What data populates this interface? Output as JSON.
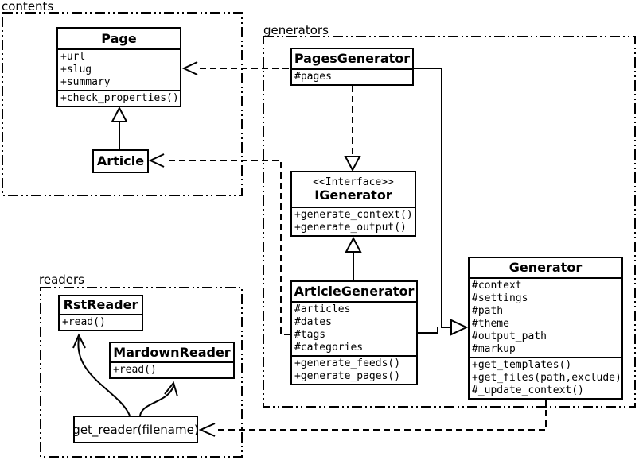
{
  "diagram_title": "Pelican content/generator/reader class diagram",
  "colors": {
    "line": "#000000",
    "background": "#ffffff",
    "box_fill": "#ffffff"
  },
  "packages": {
    "contents": {
      "label": "contents"
    },
    "generators": {
      "label": "generators"
    },
    "readers": {
      "label": "readers"
    }
  },
  "classes": {
    "page": {
      "name": "Page",
      "attributes": [
        "+url",
        "+slug",
        "+summary"
      ],
      "methods": [
        "+check_properties()"
      ]
    },
    "article": {
      "name": "Article"
    },
    "pages_generator": {
      "name": "PagesGenerator",
      "attributes": [
        "#pages"
      ]
    },
    "igenerator": {
      "stereotype": "<<Interface>>",
      "name": "IGenerator",
      "methods": [
        "+generate_context()",
        "+generate_output()"
      ]
    },
    "article_generator": {
      "name": "ArticleGenerator",
      "attributes": [
        "#articles",
        "#dates",
        "#tags",
        "#categories"
      ],
      "methods": [
        "+generate_feeds()",
        "+generate_pages()"
      ]
    },
    "generator": {
      "name": "Generator",
      "attributes": [
        "#context",
        "#settings",
        "#path",
        "#theme",
        "#output_path",
        "#markup"
      ],
      "methods": [
        "+get_templates()",
        "+get_files(path,exclude)",
        "#_update_context()"
      ]
    },
    "rst_reader": {
      "name": "RstReader",
      "methods": [
        "+read()"
      ]
    },
    "mardown_reader": {
      "name": "MardownReader",
      "methods": [
        "+read()"
      ]
    },
    "get_reader": {
      "label": "get_reader(filename)"
    }
  },
  "relationships": [
    {
      "from": "Article",
      "to": "Page",
      "type": "inheritance"
    },
    {
      "from": "PagesGenerator",
      "to": "Page",
      "type": "dashed-dependency"
    },
    {
      "from": "ArticleGenerator",
      "to": "Article",
      "type": "dashed-dependency"
    },
    {
      "from": "PagesGenerator",
      "to": "IGenerator",
      "type": "dashed-realization"
    },
    {
      "from": "ArticleGenerator",
      "to": "IGenerator",
      "type": "inheritance"
    },
    {
      "from": "PagesGenerator",
      "to": "Generator",
      "type": "inheritance"
    },
    {
      "from": "ArticleGenerator",
      "to": "Generator",
      "type": "inheritance"
    },
    {
      "from": "Generator",
      "to": "get_reader(filename)",
      "type": "dashed-dependency"
    },
    {
      "from": "get_reader(filename)",
      "to": "RstReader",
      "type": "curved-arrow"
    },
    {
      "from": "get_reader(filename)",
      "to": "MardownReader",
      "type": "curved-arrow"
    }
  ]
}
